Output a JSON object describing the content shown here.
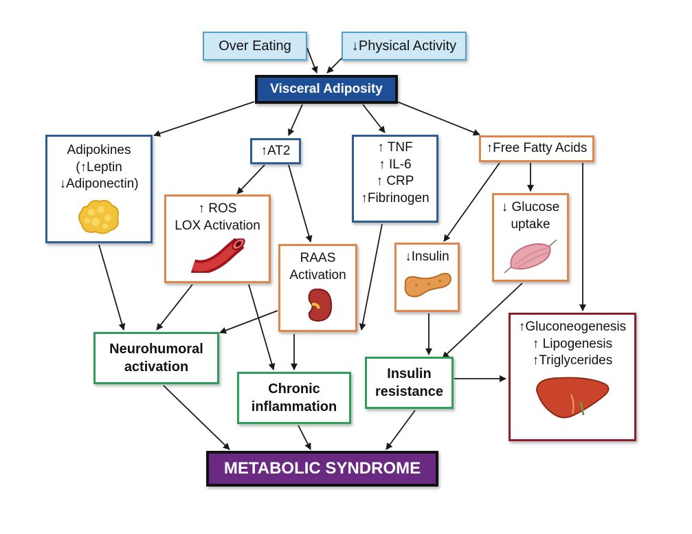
{
  "colors": {
    "input_fill": "#cfe8f5",
    "input_border": "#4f9fcf",
    "core_fill": "#1e4f96",
    "blue_border": "#2e5c96",
    "orange_border": "#e0864a",
    "green_border": "#2f9d59",
    "red_border": "#8c1e2b",
    "final_fill": "#6a2a82",
    "arrow": "#1a1a1a"
  },
  "nodes": {
    "over_eating": {
      "lines": [
        "Over Eating"
      ]
    },
    "physical_activity": {
      "lines": [
        "↓Physical Activity"
      ]
    },
    "visceral_adiposity": {
      "lines": [
        "Visceral Adiposity"
      ]
    },
    "adipokines": {
      "lines": [
        "Adipokines",
        "(↑Leptin",
        "↓Adiponectin)"
      ],
      "icon": "fat-tissue-icon"
    },
    "at2": {
      "lines": [
        "↑AT2"
      ]
    },
    "tnf": {
      "lines": [
        "↑ TNF",
        "↑ IL-6",
        "↑ CRP",
        "↑Fibrinogen"
      ]
    },
    "free_fatty_acids": {
      "lines": [
        "↑Free Fatty Acids"
      ]
    },
    "ros": {
      "lines": [
        "↑ ROS",
        "LOX Activation"
      ],
      "icon": "blood-vessel-icon"
    },
    "raas": {
      "lines": [
        "RAAS",
        "Activation"
      ],
      "icon": "kidney-icon"
    },
    "insulin": {
      "lines": [
        "↓Insulin"
      ],
      "icon": "pancreas-icon"
    },
    "glucose_uptake": {
      "lines": [
        "↓ Glucose",
        "uptake"
      ],
      "icon": "muscle-icon"
    },
    "gluconeogenesis": {
      "lines": [
        "↑Gluconeogenesis",
        "↑ Lipogenesis",
        "↑Triglycerides"
      ],
      "icon": "liver-icon"
    },
    "neurohumoral": {
      "lines": [
        "Neurohumoral",
        "activation"
      ]
    },
    "chronic_inflammation": {
      "lines": [
        "Chronic",
        "inflammation"
      ]
    },
    "insulin_resistance": {
      "lines": [
        "Insulin",
        "resistance"
      ]
    },
    "metabolic_syndrome": {
      "lines": [
        "METABOLIC SYNDROME"
      ]
    }
  }
}
